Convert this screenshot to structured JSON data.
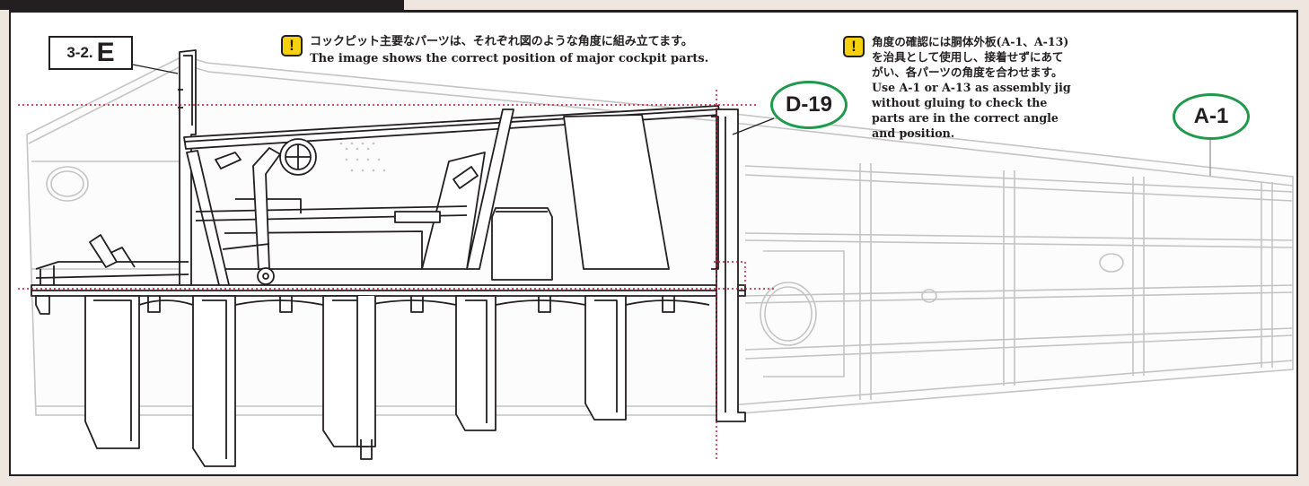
{
  "step": {
    "number": "3-2.",
    "letter": "E"
  },
  "notes": [
    {
      "icon": "!",
      "lines": [
        "コックピット主要なパーツは、それぞれ図のような角度に組み立てます。",
        "The image shows the correct position of major cockpit parts."
      ]
    },
    {
      "icon": "!",
      "lines": [
        "角度の確認には胴体外板(A-1、A-13)",
        "を治具として使用し、接着せずにあて",
        "がい、各パーツの角度を合わせます。",
        "Use A-1 or A-13 as assembly jig",
        "without gluing to check the",
        "parts are in the correct angle",
        "and position."
      ]
    }
  ],
  "callouts": {
    "d19": "D-19",
    "a1": "A-1"
  },
  "colors": {
    "callout_border": "#1f9a4c",
    "warning_fill": "#f5d10f",
    "guide_line": "#c8102e",
    "ink": "#231f20",
    "fuselage_gray": "#bdbdbd"
  },
  "icons": {
    "warning": "exclamation-icon"
  }
}
